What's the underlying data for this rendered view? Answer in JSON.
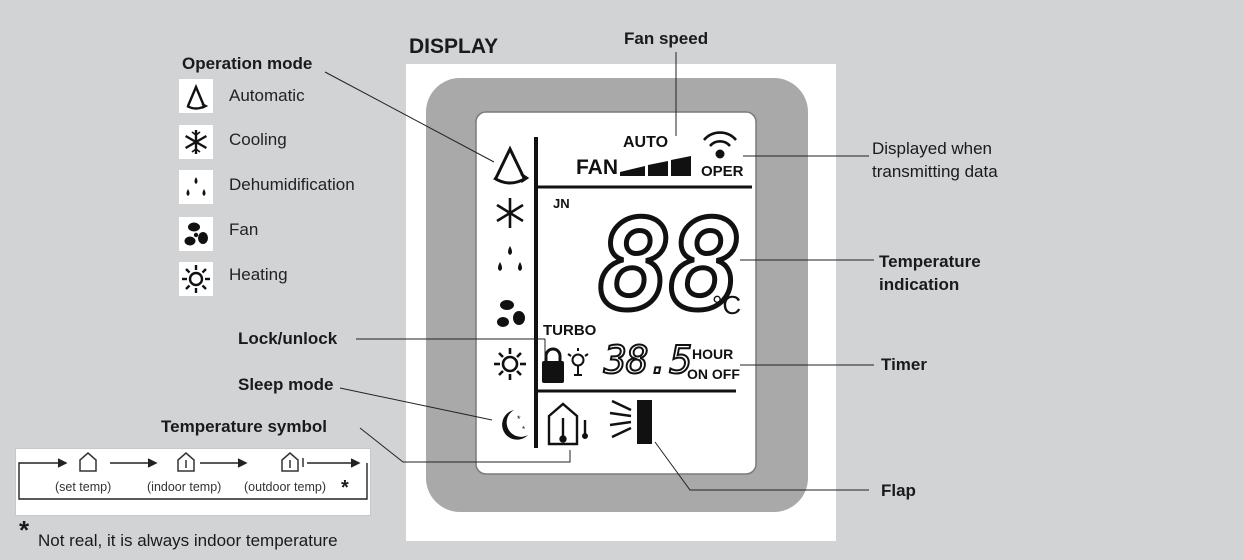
{
  "title": "DISPLAY",
  "callouts": {
    "fan_speed": "Fan speed",
    "operation_mode": "Operation mode",
    "transmitting": [
      "Displayed when",
      "transmitting data"
    ],
    "temperature_indication": [
      "Temperature",
      "indication"
    ],
    "lock_unlock": "Lock/unlock",
    "sleep_mode": "Sleep mode",
    "timer": "Timer",
    "temperature_symbol": "Temperature symbol",
    "flap": "Flap"
  },
  "modes": [
    {
      "label": "Automatic",
      "icon": "auto-mode-icon"
    },
    {
      "label": "Cooling",
      "icon": "snowflake-icon"
    },
    {
      "label": "Dehumidification",
      "icon": "droplets-icon"
    },
    {
      "label": "Fan",
      "icon": "fan-icon"
    },
    {
      "label": "Heating",
      "icon": "sun-icon"
    }
  ],
  "lcd": {
    "auto": "AUTO",
    "fan": "FAN",
    "oper": "OPER",
    "jn": "JN",
    "temp_digits": "88",
    "temp_unit": "°C",
    "turbo": "TURBO",
    "timer_digits": "38.5",
    "hour": "HOUR",
    "on_off": "ON OFF"
  },
  "sequence": {
    "items": [
      "(set temp)",
      "(indoor temp)",
      "(outdoor temp)"
    ],
    "asterisk": "*"
  },
  "footnote": {
    "asterisk": "*",
    "text": "Not real, it is always indoor temperature"
  }
}
